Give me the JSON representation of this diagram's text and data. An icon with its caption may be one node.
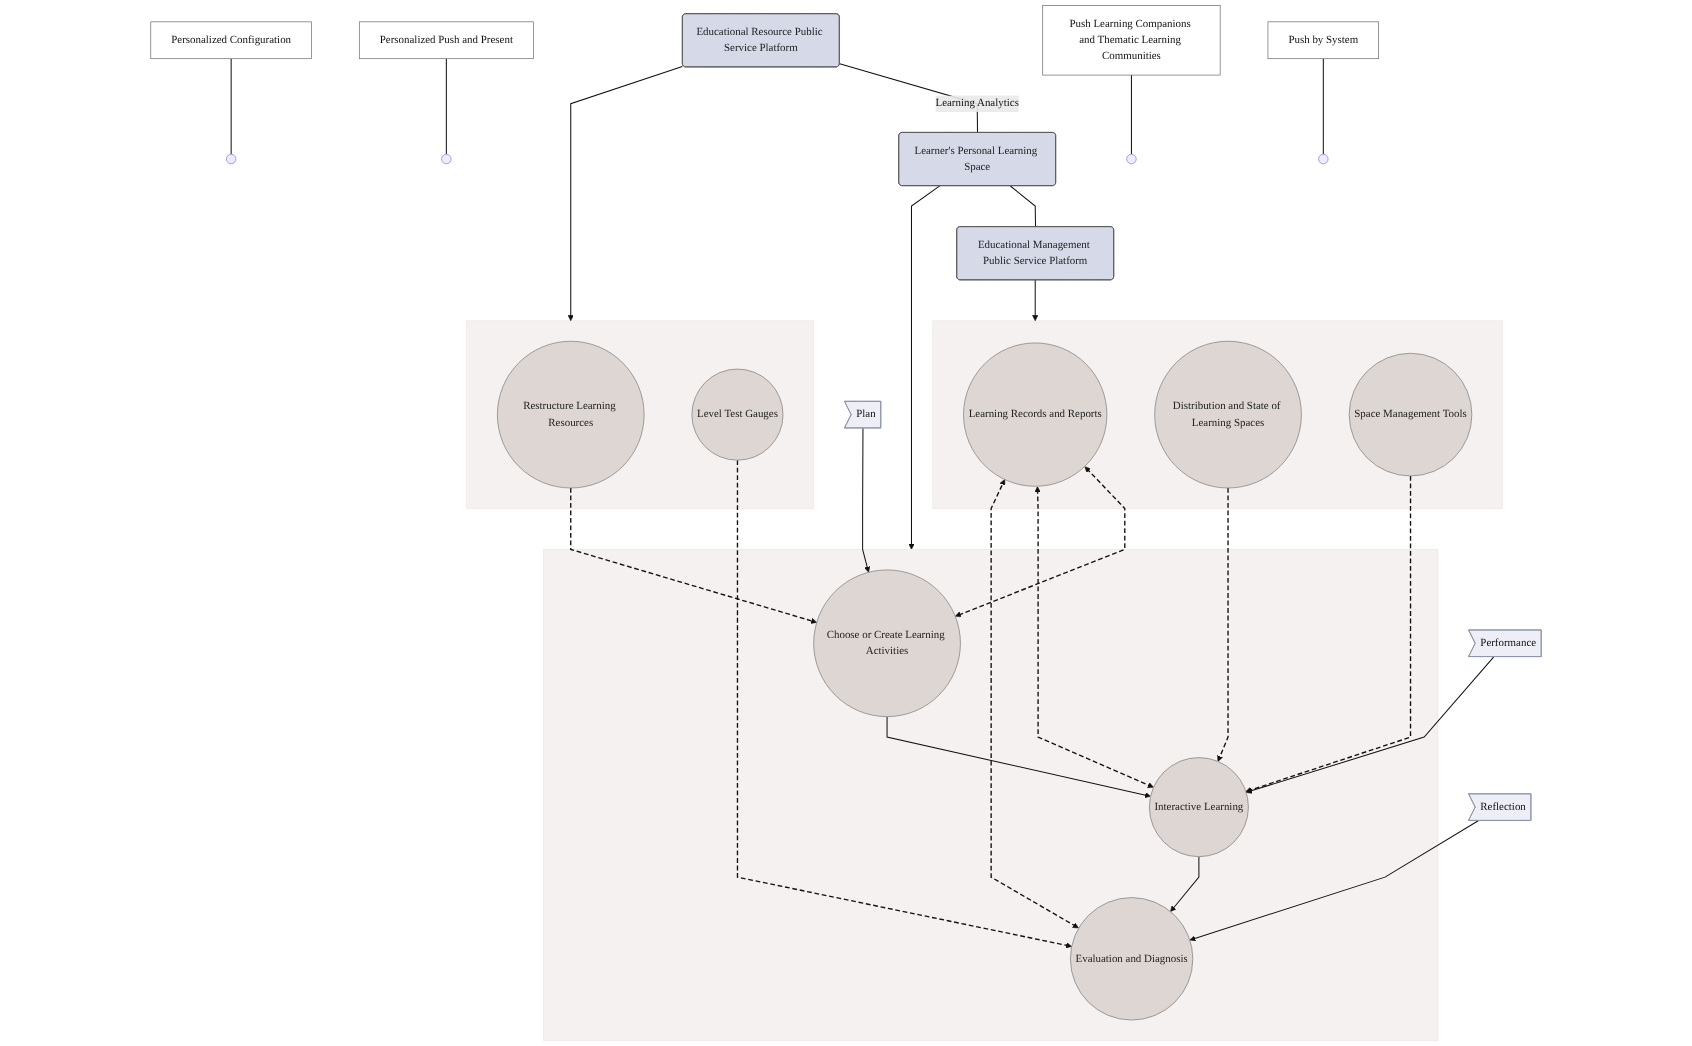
{
  "diagram": {
    "nodes": [
      {
        "text": [
          "Educational Management Public Service Platform"
        ]
      },
      {
        "text": [
          "Educational Resource Public Service Platform"
        ]
      },
      {
        "text": [
          "Learner's Personal Learning Space"
        ]
      },
      {
        "text": [],
        "shape": "band"
      },
      {
        "text": [
          "Learning Records and Reports"
        ],
        "in": 3
      },
      {
        "text": [
          "Distribution and State of Learning Spaces"
        ],
        "in": 3
      },
      {
        "text": [
          "Space Management Tools"
        ],
        "in": 3
      },
      {
        "text": [],
        "shape": "band"
      },
      {
        "text": [
          "Restructure Learning Resources"
        ],
        "in": 7
      },
      {
        "text": [
          "Level Test Gauges"
        ],
        "in": 7
      },
      {
        "text": [],
        "shape": "band"
      },
      {
        "text": [
          "Choose or Create Learning Activities"
        ],
        "in": 10
      },
      {
        "text": [
          "Interactive Learning"
        ],
        "in": 10
      },
      {
        "text": [
          "Evaluation and Diagnosis"
        ],
        "in": 10
      },
      {
        "text": [
          "Plan"
        ]
      },
      {
        "text": [
          "Performance"
        ]
      },
      {
        "text": [
          "Reflection"
        ]
      },
      {
        "text": [
          "Personalized Configuration"
        ]
      },
      {
        "text": [
          "Personalized Push and Present"
        ]
      },
      {
        "text": [
          "Push Learning Companions and Thematic Learning Communities"
        ]
      },
      {
        "text": [
          "Push by System"
        ]
      }
    ],
    "edges": [
      {
        "from": 0,
        "to": 3,
        "arrow": "to"
      },
      {
        "from": 1,
        "to": 7,
        "arrow": "to"
      },
      {
        "from": 2,
        "to": 10,
        "arrow": "to"
      },
      {
        "from": 1,
        "to": 2,
        "arrow": "none",
        "label": "Learning Analytics"
      },
      {
        "from": 2,
        "to": 0,
        "arrow": "none"
      },
      {
        "from": 4,
        "to": 11,
        "arrow": "both",
        "style": "dashed"
      },
      {
        "from": 13,
        "to": 4,
        "arrow": "both",
        "style": "dashed"
      },
      {
        "from": 4,
        "to": 12,
        "arrow": "both",
        "style": "dashed"
      },
      {
        "from": 5,
        "to": 12,
        "arrow": "to",
        "style": "dashed"
      },
      {
        "from": 6,
        "to": 12,
        "arrow": "to",
        "style": "dashed"
      },
      {
        "from": 8,
        "to": 11,
        "arrow": "to",
        "style": "dashed"
      },
      {
        "from": 9,
        "to": 13,
        "arrow": "to",
        "style": "dashed"
      },
      {
        "from": 11,
        "to": 12,
        "arrow": "to"
      },
      {
        "from": 12,
        "to": 13,
        "arrow": "to"
      },
      {
        "from": 14,
        "to": 11,
        "arrow": "to"
      },
      {
        "from": 15,
        "to": 12,
        "arrow": "to"
      },
      {
        "from": 16,
        "to": 13,
        "arrow": "to"
      },
      {
        "from": 17,
        "to": null,
        "arrow": "none"
      },
      {
        "from": 18,
        "to": null,
        "arrow": "none"
      },
      {
        "from": 19,
        "to": null,
        "arrow": "none"
      },
      {
        "from": 20,
        "to": null,
        "arrow": "none"
      }
    ]
  }
}
